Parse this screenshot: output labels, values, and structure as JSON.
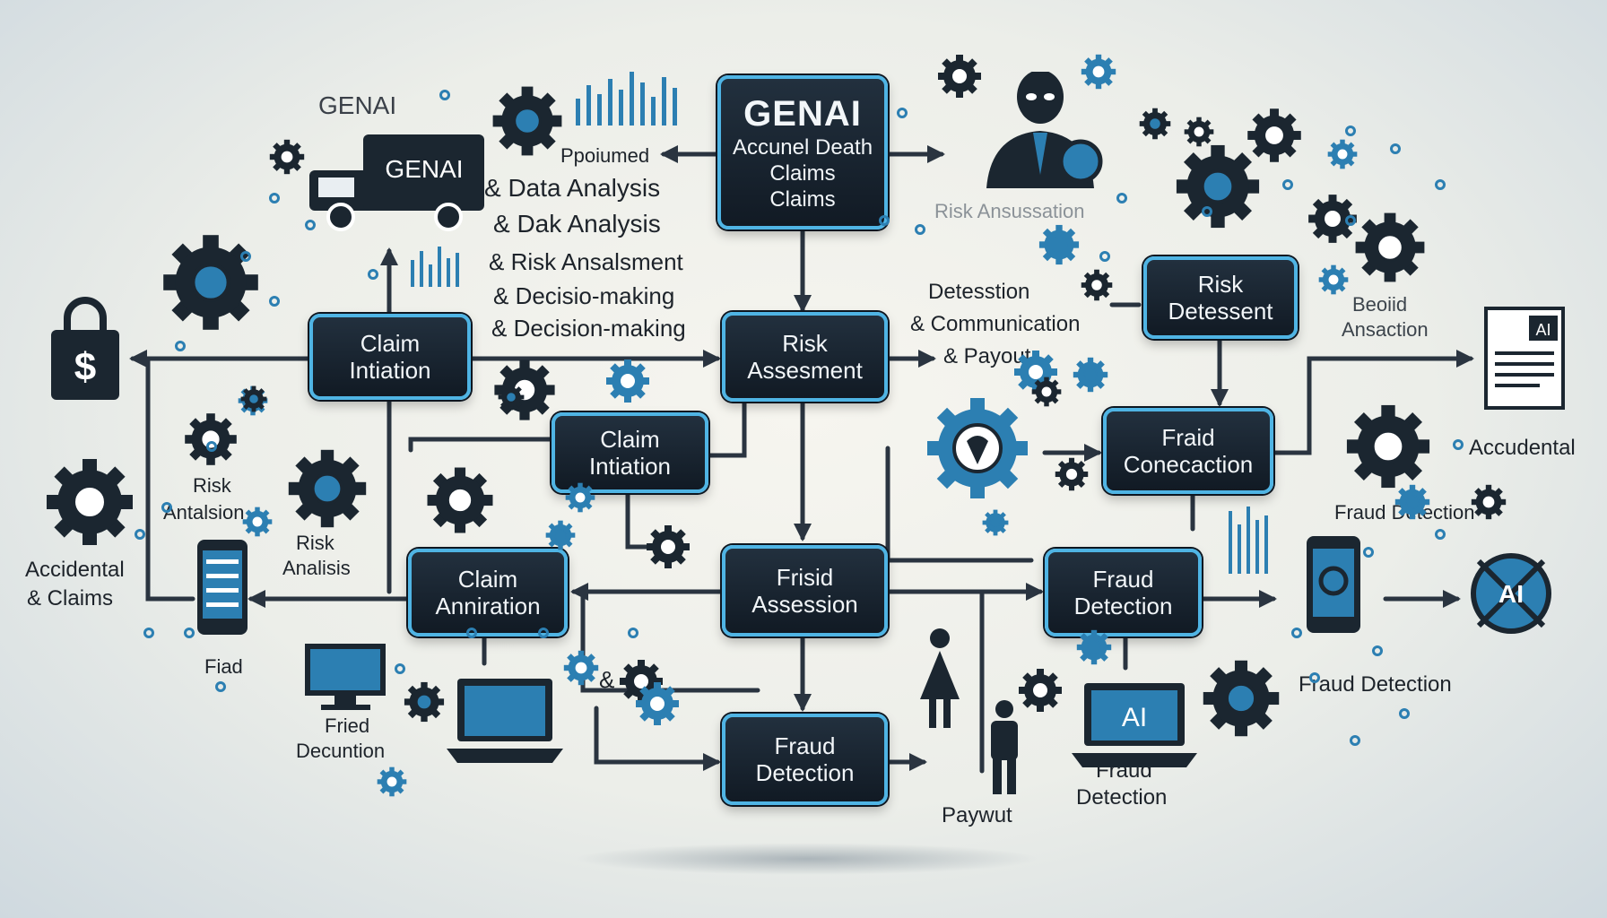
{
  "hub": {
    "line1": "GENAI",
    "line2": "Accunel Death",
    "line3": "Claims",
    "line4": "Claims"
  },
  "nodes": {
    "claim_initiation_1": "Claim Intiation",
    "risk_assessment": "Risk Assesment",
    "risk_detessent": "Risk Detessent",
    "claim_initiation_2": "Claim Intiation",
    "fraid_conection": "Fraid Conecaction",
    "claim_annitation": "Claim Anniration",
    "frisid_assession": "Frisid Assession",
    "fraud_detection_right": "Fraud Detection",
    "fraud_detection_bottom": "Fraud Detection"
  },
  "labels": {
    "genai_top": "GENAI",
    "truck": "GENAI",
    "steps": [
      "Ppoiumed",
      "& Data Analysis",
      "& Dak Analysis",
      "& Risk Ansalsment",
      "& Decisio-making",
      "& Decision-making"
    ],
    "risk_ansussation": "Risk Ansussation",
    "detesstion": "Detesstion",
    "communication": "& Communication",
    "payout_top": "& Payout",
    "beoiid": "Beoiid",
    "ansaction": "Ansaction",
    "ai_doc": "AI",
    "accudental": "Accudental",
    "fraud_detection_r1": "Fraud Detection",
    "fraud_detection_r2": "Fraud Detection",
    "ai_circle": "AI",
    "accidental_claims_1": "Accidental",
    "accidental_claims_2": "& Claims",
    "risk_antalsion_1": "Risk",
    "risk_antalsion_2": "Antalsion",
    "risk_analisis_1": "Risk",
    "risk_analisis_2": "Analisis",
    "fiad": "Fiad",
    "fried_1": "Fried",
    "fried_2": "Decuntion",
    "amp": "&",
    "ai_laptop": "AI",
    "fraud_detection_bl1": "Fraud",
    "fraud_detection_bl2": "Detection",
    "payout": "Paywut"
  },
  "colors": {
    "accent": "#4fb4e4",
    "icon_blue": "#2c7fb2",
    "dark": "#1b2630",
    "line": "#2a3440"
  }
}
